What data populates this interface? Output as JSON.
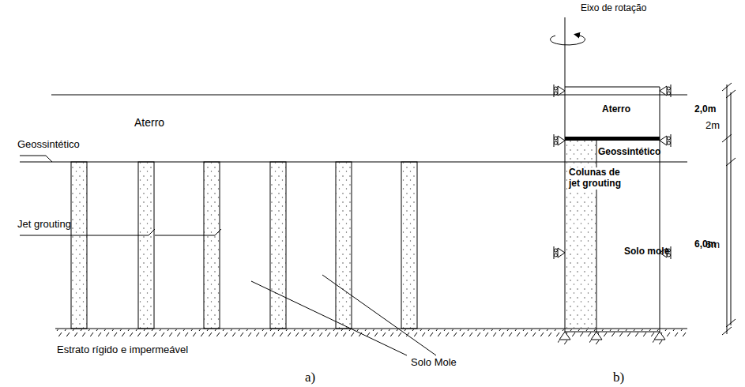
{
  "diagram": {
    "labels": [
      "Aterro",
      "2m",
      "Geossintético",
      "6m",
      "Jet grouting",
      "Estrato rígido e impermeável",
      "Solo Mole",
      "a)",
      "Eixo de rotação",
      "Aterro",
      "2,0m",
      "Geossintético",
      "Colunas de jet grouting",
      "Solo mole",
      "6,0m",
      "b)"
    ]
  }
}
